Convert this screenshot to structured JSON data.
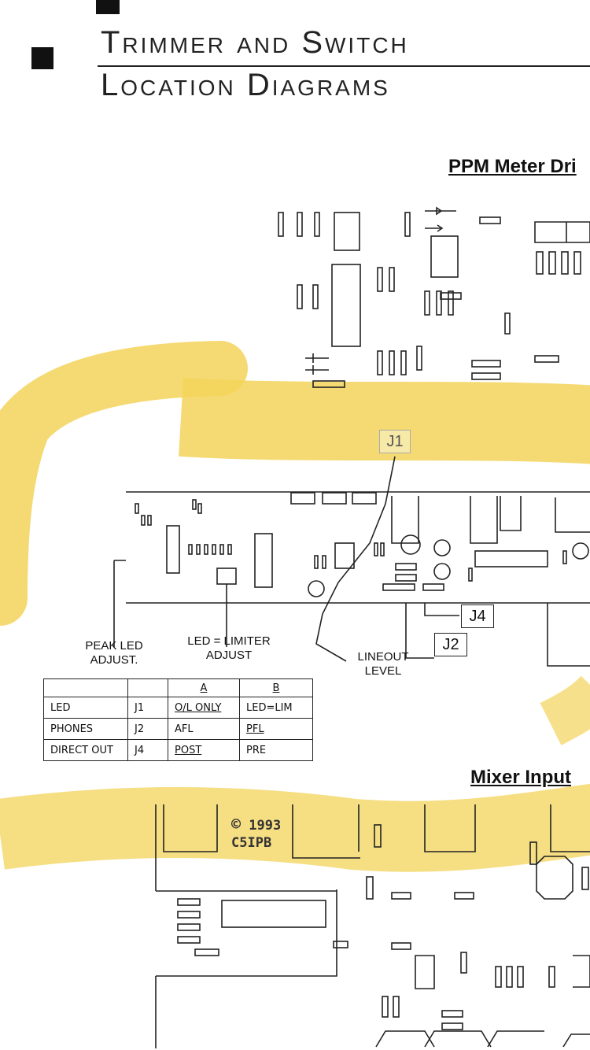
{
  "header": {
    "title_line1": "Trimmer and Switch",
    "title_line2": "Location Diagrams"
  },
  "sections": {
    "ppm_title": "PPM Meter Dri",
    "mixer_title": "Mixer Input"
  },
  "callouts": {
    "j1": "J1",
    "j2": "J2",
    "j4": "J4",
    "peak_led": [
      "PEAK LED",
      "ADJUST."
    ],
    "led_limiter": [
      "LED = LIMITER",
      "ADJUST"
    ],
    "lineout": [
      "LINEOUT",
      "LEVEL"
    ]
  },
  "jumper_table": {
    "headers": [
      "",
      "",
      "A",
      "B"
    ],
    "rows": [
      [
        "LED",
        "J1",
        "O/L ONLY",
        "LED=LIM"
      ],
      [
        "PHONES",
        "J2",
        "AFL",
        "PFL"
      ],
      [
        "DIRECT OUT",
        "J4",
        "POST",
        "PRE"
      ]
    ]
  },
  "board_marks": {
    "copyright_year": "1993",
    "board_name": "C5IPB"
  },
  "colors": {
    "highlight": "#f3d35a",
    "ink": "#111111"
  }
}
